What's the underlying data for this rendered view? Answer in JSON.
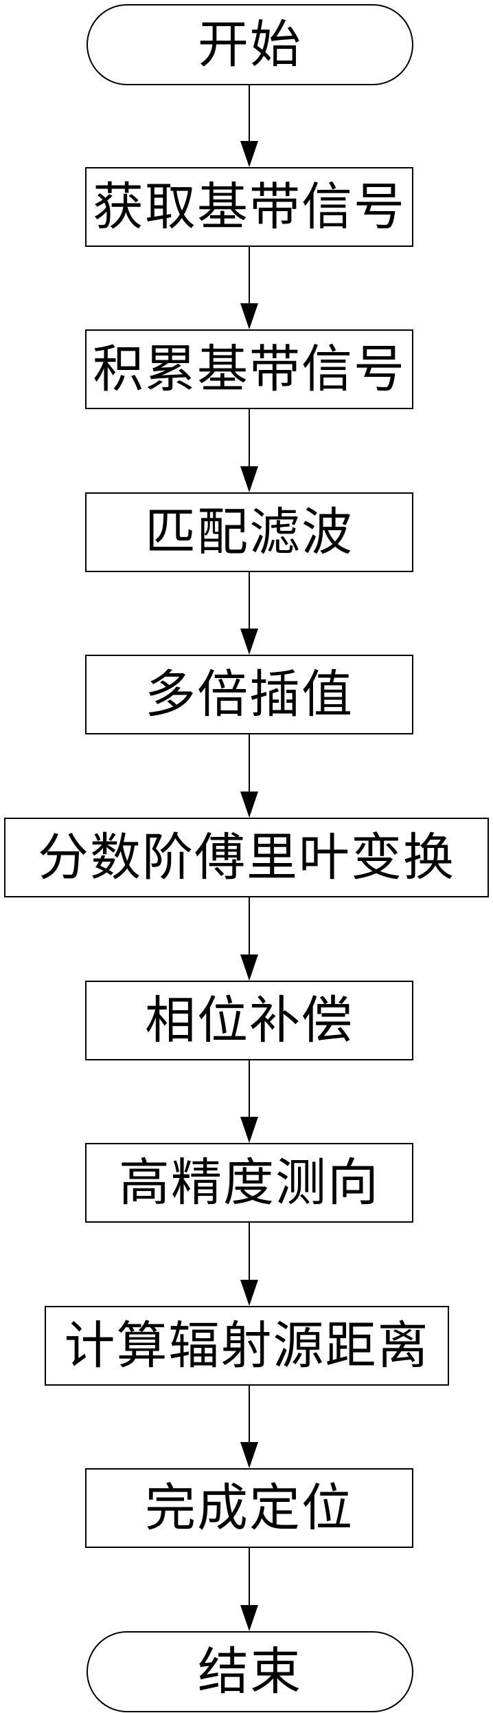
{
  "diagram": {
    "type": "flowchart",
    "direction": "top-down",
    "colors": {
      "stroke": "#000000",
      "fill": "#ffffff",
      "background": "#ffffff"
    },
    "nodes": [
      {
        "id": "start",
        "shape": "terminator",
        "label": "开始"
      },
      {
        "id": "acquire-baseband",
        "shape": "process",
        "label": "获取基带信号"
      },
      {
        "id": "accumulate-baseband",
        "shape": "process",
        "label": "积累基带信号"
      },
      {
        "id": "matched-filtering",
        "shape": "process",
        "label": "匹配滤波"
      },
      {
        "id": "multiple-interpolation",
        "shape": "process",
        "label": "多倍插值"
      },
      {
        "id": "fractional-fourier",
        "shape": "process",
        "label": "分数阶傅里叶变换"
      },
      {
        "id": "phase-compensation",
        "shape": "process",
        "label": "相位补偿"
      },
      {
        "id": "high-precision-df",
        "shape": "process",
        "label": "高精度测向"
      },
      {
        "id": "calc-source-distance",
        "shape": "process",
        "label": "计算辐射源距离"
      },
      {
        "id": "complete-positioning",
        "shape": "process",
        "label": "完成定位"
      },
      {
        "id": "end",
        "shape": "terminator",
        "label": "结束"
      }
    ],
    "edges": [
      {
        "from": "start",
        "to": "acquire-baseband"
      },
      {
        "from": "acquire-baseband",
        "to": "accumulate-baseband"
      },
      {
        "from": "accumulate-baseband",
        "to": "matched-filtering"
      },
      {
        "from": "matched-filtering",
        "to": "multiple-interpolation"
      },
      {
        "from": "multiple-interpolation",
        "to": "fractional-fourier"
      },
      {
        "from": "fractional-fourier",
        "to": "phase-compensation"
      },
      {
        "from": "phase-compensation",
        "to": "high-precision-df"
      },
      {
        "from": "high-precision-df",
        "to": "calc-source-distance"
      },
      {
        "from": "calc-source-distance",
        "to": "complete-positioning"
      },
      {
        "from": "complete-positioning",
        "to": "end"
      }
    ]
  }
}
